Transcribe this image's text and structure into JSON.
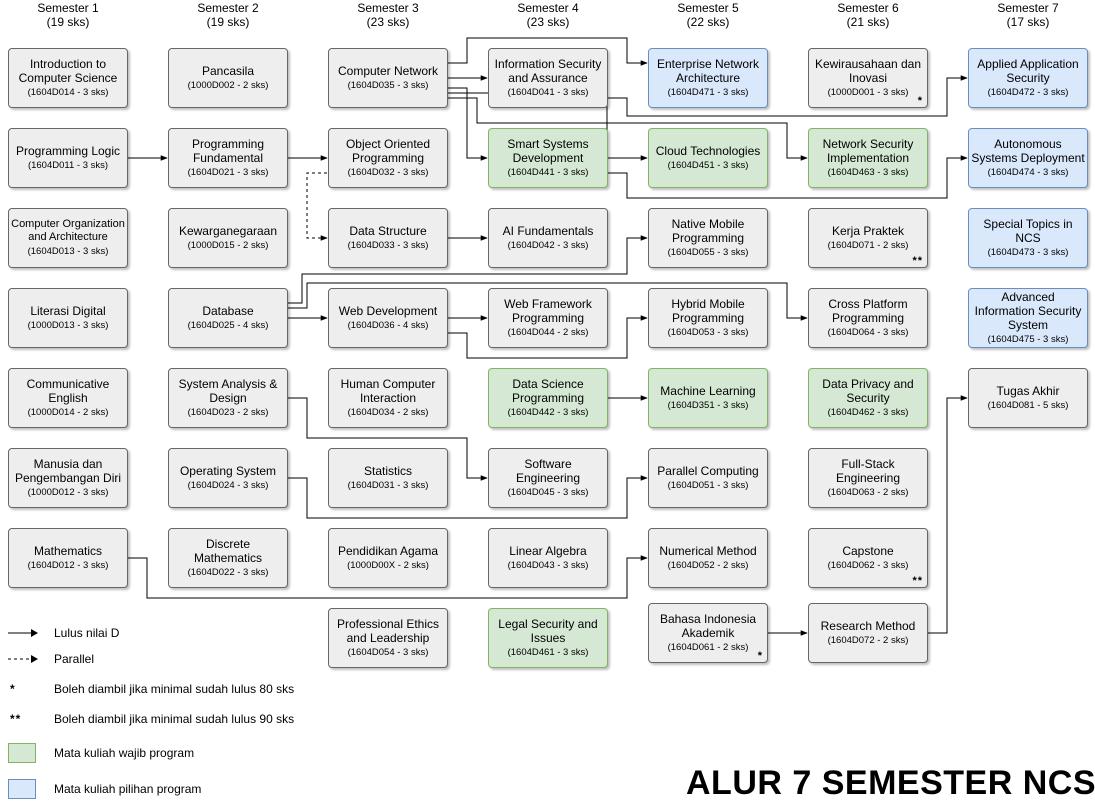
{
  "title": "ALUR 7 SEMESTER NCS",
  "semesters": [
    {
      "name": "Semester 1",
      "sks": "(19 sks)"
    },
    {
      "name": "Semester 2",
      "sks": "(19 sks)"
    },
    {
      "name": "Semester 3",
      "sks": "(23 sks)"
    },
    {
      "name": "Semester 4",
      "sks": "(23 sks)"
    },
    {
      "name": "Semester 5",
      "sks": "(22 sks)"
    },
    {
      "name": "Semester 6",
      "sks": "(21 sks)"
    },
    {
      "name": "Semester 7",
      "sks": "(17 sks)"
    }
  ],
  "courses": {
    "intro_cs": {
      "name": "Introduction to Computer Science",
      "code": "(1604D014 - 3 sks)"
    },
    "prog_logic": {
      "name": "Programming Logic",
      "code": "(1604D011 - 3 sks)"
    },
    "comp_org": {
      "name": "Computer Organization and Architecture",
      "code": "(1604D013 - 3 sks)"
    },
    "literasi": {
      "name": "Literasi Digital",
      "code": "(1000D013 - 3 sks)"
    },
    "comm_eng": {
      "name": "Communicative English",
      "code": "(1000D014 - 2 sks)"
    },
    "manusia": {
      "name": "Manusia dan Pengembangan Diri",
      "code": "(1000D012 - 3 sks)"
    },
    "mathematics": {
      "name": "Mathematics",
      "code": "(1604D012 - 3 sks)"
    },
    "pancasila": {
      "name": "Pancasila",
      "code": "(1000D002 - 2 sks)"
    },
    "prog_fund": {
      "name": "Programming Fundamental",
      "code": "(1604D021 - 3 sks)"
    },
    "kewarganegaraan": {
      "name": "Kewarganegaraan",
      "code": "(1000D015 - 2 sks)"
    },
    "database": {
      "name": "Database",
      "code": "(1604D025 - 4 sks)"
    },
    "sys_analysis": {
      "name": "System Analysis & Design",
      "code": "(1604D023 - 2 sks)"
    },
    "os": {
      "name": "Operating System",
      "code": "(1604D024 - 3 sks)"
    },
    "discrete": {
      "name": "Discrete Mathematics",
      "code": "(1604D022 - 3 sks)"
    },
    "comp_net": {
      "name": "Computer Network",
      "code": "(1604D035 - 3 sks)"
    },
    "oop": {
      "name": "Object Oriented Programming",
      "code": "(1604D032 - 3 sks)"
    },
    "data_struct": {
      "name": "Data Structure",
      "code": "(1604D033 - 3 sks)"
    },
    "web_dev": {
      "name": "Web Development",
      "code": "(1604D036 - 4 sks)"
    },
    "hci": {
      "name": "Human Computer Interaction",
      "code": "(1604D034 - 2 sks)"
    },
    "statistics": {
      "name": "Statistics",
      "code": "(1604D031 - 3 sks)"
    },
    "agama": {
      "name": "Pendidikan Agama",
      "code": "(1000D00X - 2 sks)"
    },
    "prof_ethics": {
      "name": "Professional Ethics and Leadership",
      "code": "(1604D054 - 3 sks)"
    },
    "info_sec": {
      "name": "Information Security and Assurance",
      "code": "(1604D041 - 3 sks)"
    },
    "smart_sys": {
      "name": "Smart Systems Development",
      "code": "(1604D441 - 3 sks)"
    },
    "ai_fund": {
      "name": "AI Fundamentals",
      "code": "(1604D042 - 3 sks)"
    },
    "web_fw": {
      "name": "Web Framework Programming",
      "code": "(1604D044 - 2 sks)"
    },
    "data_sci": {
      "name": "Data Science Programming",
      "code": "(1604D442 - 3 sks)"
    },
    "soft_eng": {
      "name": "Software Engineering",
      "code": "(1604D045 - 3 sks)"
    },
    "lin_alg": {
      "name": "Linear Algebra",
      "code": "(1604D043 - 3 sks)"
    },
    "legal_sec": {
      "name": "Legal Security and Issues",
      "code": "(1604D461 - 3 sks)"
    },
    "ent_net": {
      "name": "Enterprise Network Architecture",
      "code": "(1604D471 - 3 sks)"
    },
    "cloud": {
      "name": "Cloud Technologies",
      "code": "(1604D451 - 3 sks)"
    },
    "native_mobile": {
      "name": "Native Mobile Programming",
      "code": "(1604D055 - 3 sks)"
    },
    "hybrid_mobile": {
      "name": "Hybrid Mobile Programming",
      "code": "(1604D053 - 3 sks)"
    },
    "ml": {
      "name": "Machine Learning",
      "code": "(1604D351 - 3 sks)"
    },
    "parallel": {
      "name": "Parallel Computing",
      "code": "(1604D051 - 3 sks)"
    },
    "numerical": {
      "name": "Numerical Method",
      "code": "(1604D052 - 2 sks)"
    },
    "bahasa": {
      "name": "Bahasa Indonesia Akademik",
      "code": "(1604D061 - 2 sks)",
      "note": "*"
    },
    "kewirausahaan": {
      "name": "Kewirausahaan dan Inovasi",
      "code": "(1000D001 - 3 sks)",
      "note": "*"
    },
    "net_sec_impl": {
      "name": "Network Security Implementation",
      "code": "(1604D463 - 3 sks)"
    },
    "kerja_praktek": {
      "name": "Kerja Praktek",
      "code": "(1604D071 - 2 sks)",
      "note": "**"
    },
    "cross_platform": {
      "name": "Cross Platform Programming",
      "code": "(1604D064 - 3 sks)"
    },
    "data_privacy": {
      "name": "Data Privacy and Security",
      "code": "(1604D462 - 3 sks)"
    },
    "fullstack": {
      "name": "Full-Stack Engineering",
      "code": "(1604D063 - 2 sks)"
    },
    "capstone": {
      "name": "Capstone",
      "code": "(1604D062 - 3 sks)",
      "note": "**"
    },
    "research": {
      "name": "Research Method",
      "code": "(1604D072 - 2 sks)"
    },
    "applied_sec": {
      "name": "Applied Application Security",
      "code": "(1604D472 - 3 sks)"
    },
    "autonomous": {
      "name": "Autonomous Systems Deployment",
      "code": "(1604D474 - 3 sks)"
    },
    "special_topics": {
      "name": "Special Topics in NCS",
      "code": "(1604D473 - 3 sks)"
    },
    "adv_info_sec": {
      "name": "Advanced Information Security System",
      "code": "(1604D475 - 3 sks)"
    },
    "tugas_akhir": {
      "name": "Tugas Akhir",
      "code": "(1604D081 - 5 sks)"
    }
  },
  "legend": {
    "solid": "Lulus nilai D",
    "dashed": "Parallel",
    "star1_symbol": "*",
    "star1": "Boleh diambil jika minimal sudah lulus 80 sks",
    "star2_symbol": "**",
    "star2": "Boleh diambil jika minimal sudah lulus 90 sks",
    "green": "Mata kuliah wajib program",
    "blue": "Mata kuliah pilihan program"
  },
  "colors": {
    "default_fill": "#eeeeee",
    "wajib_fill": "#d5e8d4",
    "pilihan_fill": "#dae8fc",
    "line": "#000000"
  }
}
